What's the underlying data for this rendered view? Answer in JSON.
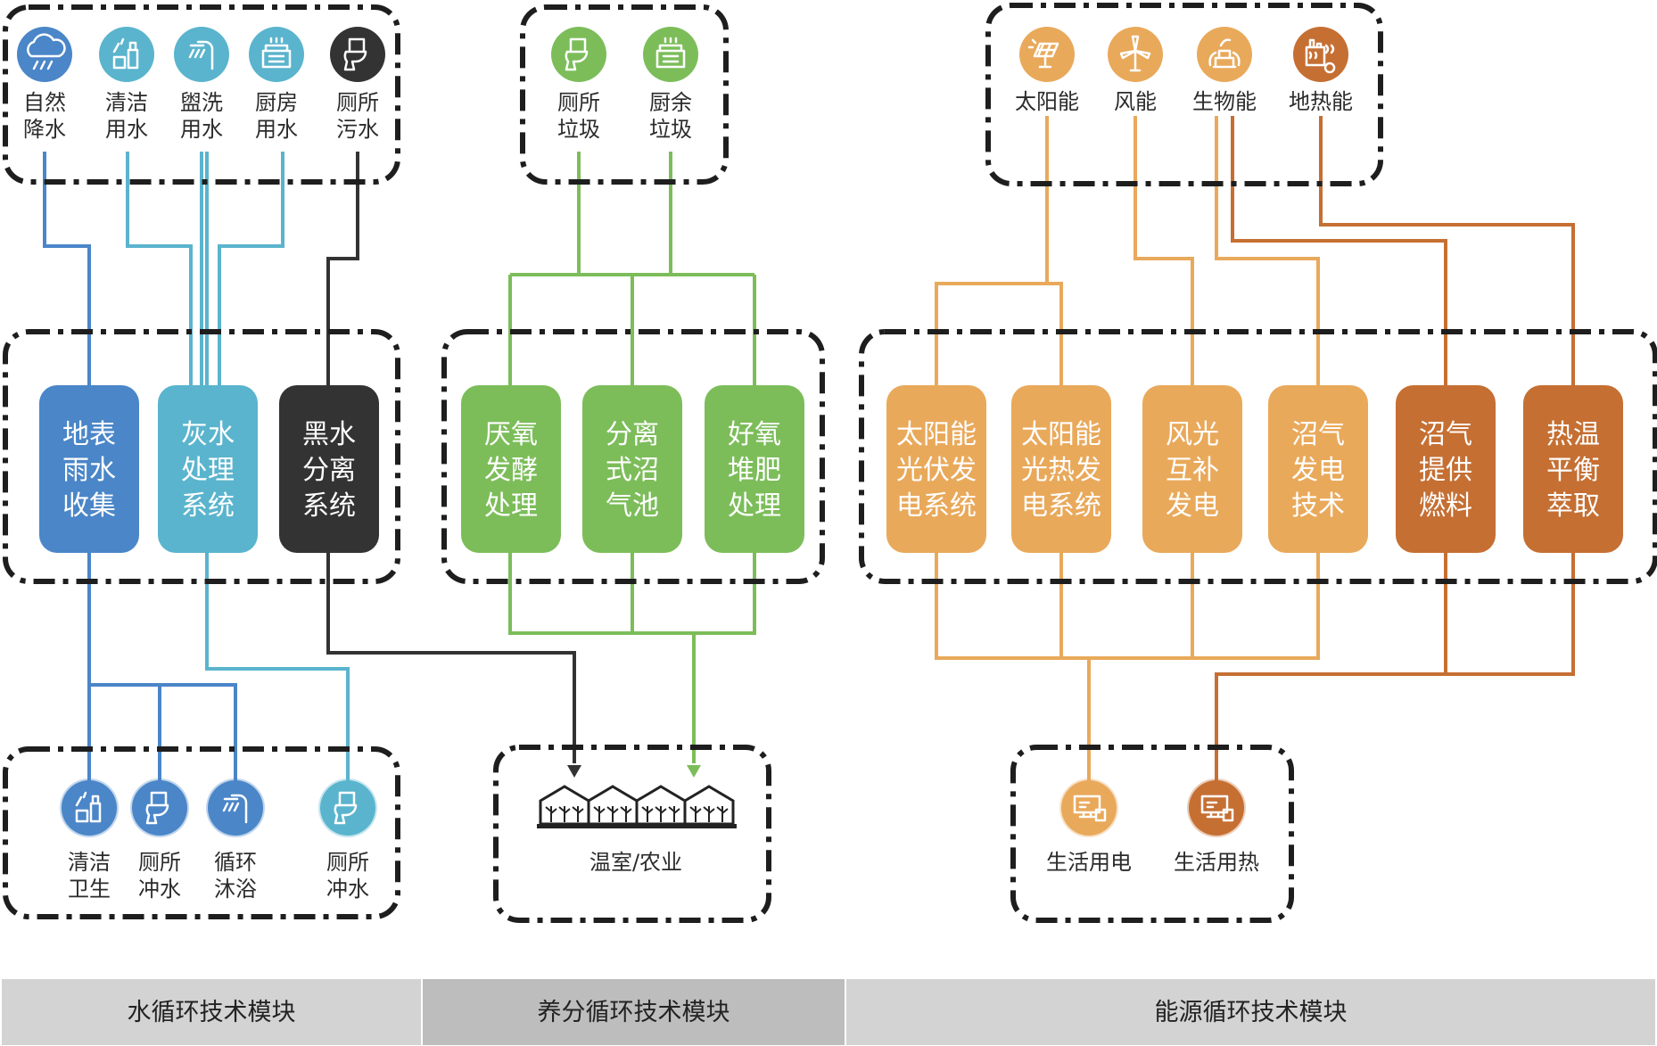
{
  "colors": {
    "water_blue": "#4a86c8",
    "water_cyan": "#5ab4cd",
    "black_water": "#333333",
    "nutrient_green": "#7cbd5a",
    "energy_orange": "#e9a95b",
    "energy_brown": "#c56f33",
    "band_fill": "#cfcfcf",
    "frame": "#1e1e1e"
  },
  "water": {
    "sources": [
      {
        "lines": [
          "自然",
          "降水"
        ],
        "icon": "rain-cloud-icon",
        "color": "#4a86c8"
      },
      {
        "lines": [
          "清洁",
          "用水"
        ],
        "icon": "cleaning-icon",
        "color": "#5ab4cd"
      },
      {
        "lines": [
          "盥洗",
          "用水"
        ],
        "icon": "shower-icon",
        "color": "#5ab4cd"
      },
      {
        "lines": [
          "厨房",
          "用水"
        ],
        "icon": "kitchen-icon",
        "color": "#5ab4cd"
      },
      {
        "lines": [
          "厕所",
          "污水"
        ],
        "icon": "toilet-icon",
        "color": "#333333"
      }
    ],
    "systems": [
      {
        "lines": [
          "地表",
          "雨水",
          "收集"
        ],
        "color": "#4a86c8"
      },
      {
        "lines": [
          "灰水",
          "处理",
          "系统"
        ],
        "color": "#5ab4cd"
      },
      {
        "lines": [
          "黑水",
          "分离",
          "系统"
        ],
        "color": "#333333"
      }
    ],
    "outputs": [
      {
        "lines": [
          "清洁",
          "卫生"
        ],
        "icon": "cleaning-icon",
        "color": "#4a86c8"
      },
      {
        "lines": [
          "厕所",
          "冲水"
        ],
        "icon": "toilet-icon",
        "color": "#4a86c8"
      },
      {
        "lines": [
          "循环",
          "沐浴"
        ],
        "icon": "shower-icon",
        "color": "#4a86c8"
      },
      {
        "lines": [
          "厕所",
          "冲水"
        ],
        "icon": "toilet-icon",
        "color": "#5ab4cd"
      }
    ]
  },
  "nutrient": {
    "sources": [
      {
        "lines": [
          "厕所",
          "垃圾"
        ],
        "icon": "toilet-icon",
        "color": "#7cbd5a"
      },
      {
        "lines": [
          "厨余",
          "垃圾"
        ],
        "icon": "kitchen-icon",
        "color": "#7cbd5a"
      }
    ],
    "systems": [
      {
        "lines": [
          "厌氧",
          "发酵",
          "处理"
        ],
        "color": "#7cbd5a"
      },
      {
        "lines": [
          "分离",
          "式沼",
          "气池"
        ],
        "color": "#7cbd5a"
      },
      {
        "lines": [
          "好氧",
          "堆肥",
          "处理"
        ],
        "color": "#7cbd5a"
      }
    ],
    "output": {
      "label": "温室/农业",
      "icon": "greenhouse-icon"
    }
  },
  "energy": {
    "sources": [
      {
        "label": "太阳能",
        "icon": "solar-panel-icon",
        "color": "#e9a95b"
      },
      {
        "label": "风能",
        "icon": "wind-turbine-icon",
        "color": "#e9a95b"
      },
      {
        "label": "生物能",
        "icon": "biomass-icon",
        "color": "#e9a95b"
      },
      {
        "label": "地热能",
        "icon": "geothermal-icon",
        "color": "#c56f33"
      }
    ],
    "systems": [
      {
        "lines": [
          "太阳能",
          "光伏发",
          "电系统"
        ],
        "color": "#e9a95b"
      },
      {
        "lines": [
          "太阳能",
          "光热发",
          "电系统"
        ],
        "color": "#e9a95b"
      },
      {
        "lines": [
          "风光",
          "互补",
          "发电"
        ],
        "color": "#e9a95b"
      },
      {
        "lines": [
          "沼气",
          "发电",
          "技术"
        ],
        "color": "#e9a95b"
      },
      {
        "lines": [
          "沼气",
          "提供",
          "燃料"
        ],
        "color": "#c56f33"
      },
      {
        "lines": [
          "热温",
          "平衡",
          "萃取"
        ],
        "color": "#c56f33"
      }
    ],
    "outputs": [
      {
        "label": "生活用电",
        "icon": "monitor-icon",
        "color": "#e9a95b"
      },
      {
        "label": "生活用热",
        "icon": "monitor-icon",
        "color": "#c56f33"
      }
    ]
  },
  "modules": [
    {
      "label": "水循环技术模块",
      "fill": "#d3d3d3"
    },
    {
      "label": "养分循环技术模块",
      "fill": "#bdbdbd"
    },
    {
      "label": "能源循环技术模块",
      "fill": "#d3d3d3"
    }
  ]
}
